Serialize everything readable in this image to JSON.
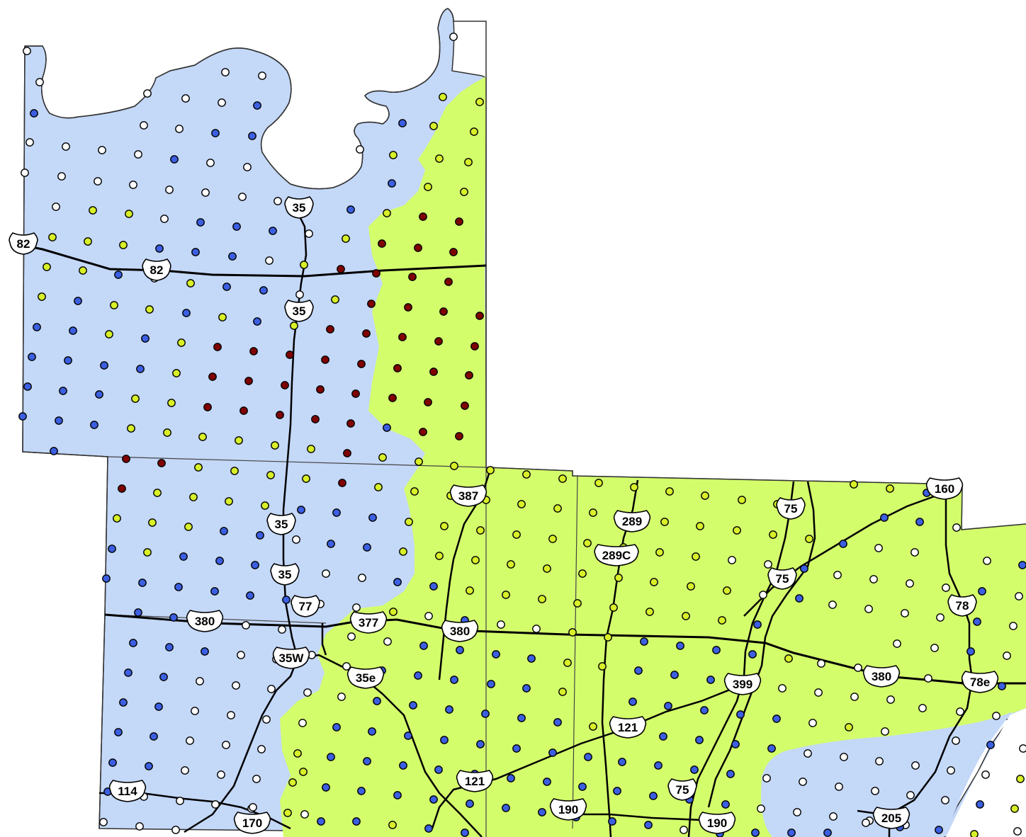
{
  "colors": {
    "zone_blue": "#c4d8f8",
    "zone_green": "#d4fd6c",
    "boundary": "#333333",
    "road": "#000000",
    "dot_blue": "#3b5fe0",
    "dot_yellow": "#d8f028",
    "dot_red": "#800000",
    "dot_white": "#ffffff",
    "shield_fill": "#ffffff"
  },
  "shields": [
    {
      "id": "i35-north",
      "label": "35"
    },
    {
      "id": "us82-west",
      "label": "82"
    },
    {
      "id": "us82-mid",
      "label": "82"
    },
    {
      "id": "i35-mid",
      "label": "35"
    },
    {
      "id": "us387",
      "label": "387"
    },
    {
      "id": "us289",
      "label": "289"
    },
    {
      "id": "us289c",
      "label": "289C"
    },
    {
      "id": "us75-north",
      "label": "75"
    },
    {
      "id": "us75-mid",
      "label": "75"
    },
    {
      "id": "us160",
      "label": "160"
    },
    {
      "id": "i35-south-a",
      "label": "35"
    },
    {
      "id": "i35-south-b",
      "label": "35"
    },
    {
      "id": "us77",
      "label": "77"
    },
    {
      "id": "us380-west",
      "label": "380"
    },
    {
      "id": "us377",
      "label": "377"
    },
    {
      "id": "us380-mid",
      "label": "380"
    },
    {
      "id": "i35w",
      "label": "35W"
    },
    {
      "id": "i35e",
      "label": "35e"
    },
    {
      "id": "us78",
      "label": "78"
    },
    {
      "id": "us380-east",
      "label": "380"
    },
    {
      "id": "us399",
      "label": "399"
    },
    {
      "id": "us78e",
      "label": "78e"
    },
    {
      "id": "us121-east",
      "label": "121"
    },
    {
      "id": "us121-west",
      "label": "121"
    },
    {
      "id": "us75-south",
      "label": "75"
    },
    {
      "id": "us114",
      "label": "114"
    },
    {
      "id": "us170",
      "label": "170"
    },
    {
      "id": "us190-west",
      "label": "190"
    },
    {
      "id": "us190-east",
      "label": "190"
    },
    {
      "id": "us205",
      "label": "205"
    }
  ]
}
